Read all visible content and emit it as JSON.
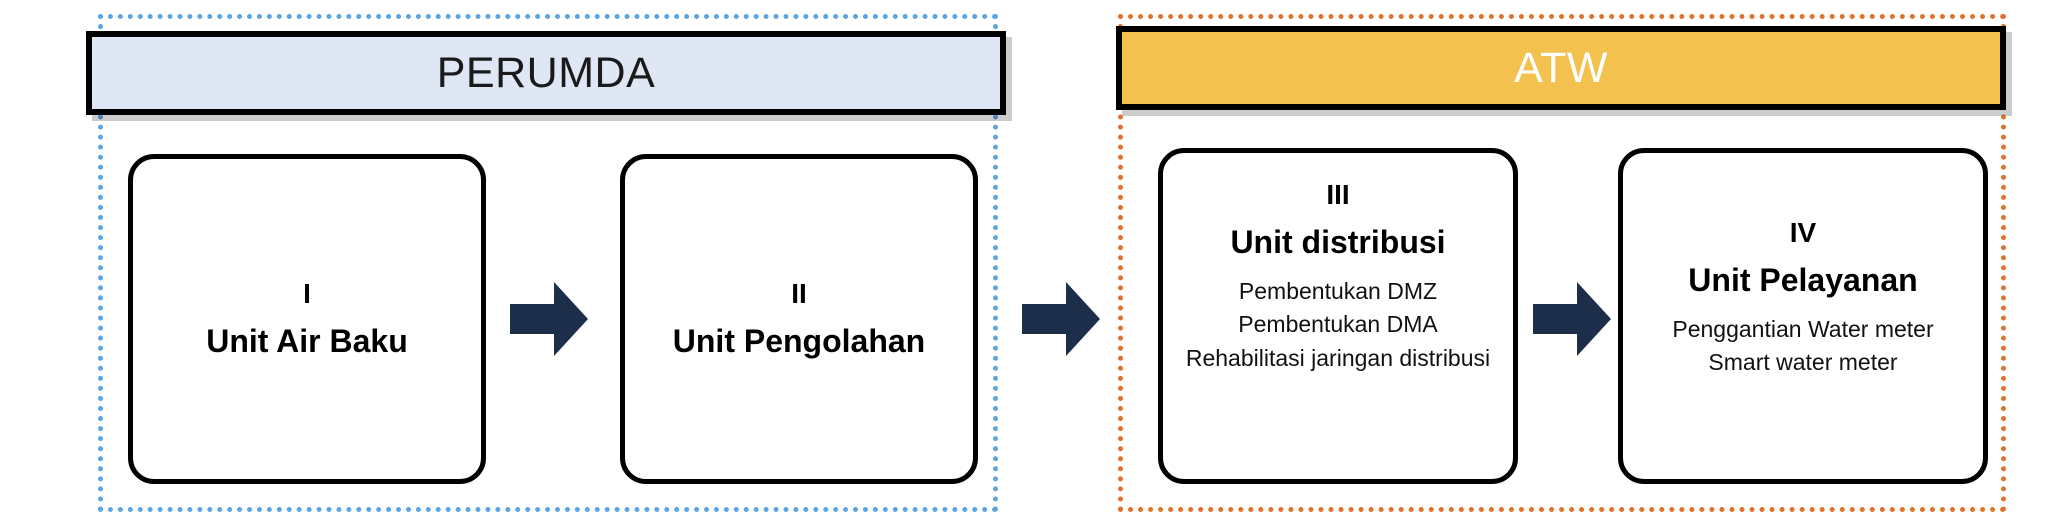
{
  "diagram": {
    "title_hidden": "",
    "colors": {
      "perumda_header_fill": "#DEE7F3",
      "perumda_dotted_border": "#5BA5E5",
      "atw_header_fill": "#F2C14E",
      "atw_header_text": "#FFFFFF",
      "atw_dotted_border": "#E2722B",
      "arrow_fill": "#1C2E4A",
      "box_border": "#000000"
    },
    "groups": [
      {
        "id": "perumda",
        "header_label": "PERUMDA",
        "boxes": [
          {
            "roman": "I",
            "title": "Unit Air Baku",
            "subitems": []
          },
          {
            "roman": "II",
            "title": "Unit Pengolahan",
            "subitems": []
          }
        ]
      },
      {
        "id": "atw",
        "header_label": "ATW",
        "boxes": [
          {
            "roman": "III",
            "title": "Unit distribusi",
            "subitems": [
              "Pembentukan DMZ",
              "Pembentukan DMA",
              "Rehabilitasi jaringan distribusi"
            ]
          },
          {
            "roman": "IV",
            "title": "Unit Pelayanan",
            "subitems": [
              "Penggantian Water meter",
              "Smart water meter"
            ]
          }
        ]
      }
    ],
    "arrows": [
      {
        "id": "arrow-perumda-internal",
        "icon": "arrow-right-icon"
      },
      {
        "id": "arrow-perumda-to-atw",
        "icon": "arrow-right-icon"
      },
      {
        "id": "arrow-atw-internal",
        "icon": "arrow-right-icon"
      }
    ]
  }
}
